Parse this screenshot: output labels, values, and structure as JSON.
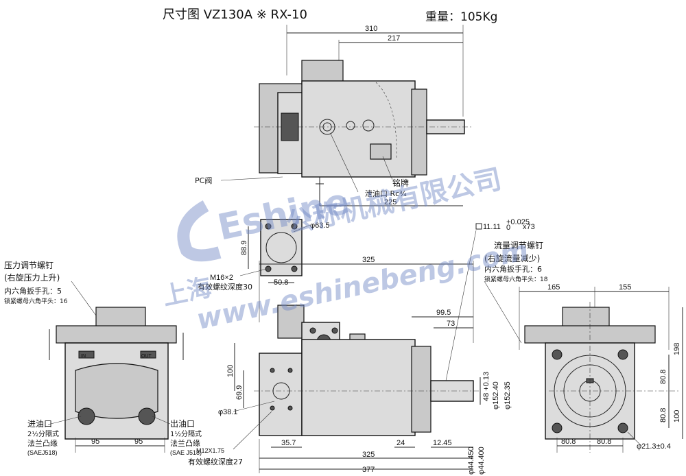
{
  "header": {
    "title": "尺寸图   VZ130A ※ RX-10",
    "weight": "重量：105Kg"
  },
  "watermark": {
    "brand": "Eshine",
    "company": "上海",
    "company_rest": "公称机械有限公司",
    "url": "www.eshinebeng.com"
  },
  "top_view": {
    "dims": [
      "310",
      "217",
      "225"
    ],
    "labels": {
      "pc_valve": "PC阀",
      "nameplate": "铭牌",
      "drain": "泄油口 Rc¾"
    }
  },
  "flange_detail": {
    "dims": [
      "φ63.5",
      "88.9",
      "50.8"
    ],
    "labels": {
      "thread": "M16×2",
      "depth": "有效螺纹深度30"
    }
  },
  "left_view": {
    "pressure_screw": [
      "压力调节螺钉",
      "(右旋压力上升)",
      "内六角扳手孔：5",
      "锁紧螺母六角平头：16"
    ],
    "inlet": [
      "进油口",
      "2½分隔式",
      "法兰凸缘",
      "(SAEJ518)"
    ],
    "outlet": [
      "出油口",
      "1½分隔式",
      "法兰凸缘",
      "(SAE J518)"
    ],
    "dims": [
      "95",
      "95"
    ],
    "port_marks": [
      "IN",
      "OUT"
    ]
  },
  "front_view": {
    "dims": [
      "325",
      "99.5",
      "73",
      "100",
      "69.9",
      "φ38.1",
      "35.7",
      "24",
      "12.45",
      "325",
      "377",
      "φ152.40",
      "φ152.35",
      "φ44.450",
      "φ44.400"
    ],
    "key_dims": [
      "11.11",
      "+0.025",
      "0",
      "x73"
    ],
    "tolerance_mark": "48 +0.13",
    "labels": {
      "thread": "M12X1.75",
      "depth": "有效螺纹深度27"
    }
  },
  "right_view": {
    "flow_screw": [
      "流量调节螺钉",
      "(右旋流量减少)",
      "内六角扳手孔：6",
      "锁紧螺母六角平头：18"
    ],
    "dims": [
      "165",
      "155",
      "198",
      "80.8",
      "80.8",
      "100",
      "80.8",
      "80.8",
      "φ21.3±0.4"
    ]
  }
}
